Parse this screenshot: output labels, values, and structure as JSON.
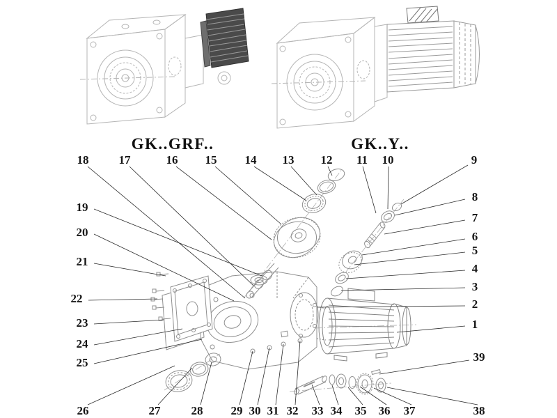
{
  "variants": {
    "left": "GK..GRF..",
    "right": "GK..Y.."
  },
  "callouts": [
    "18",
    "17",
    "16",
    "15",
    "14",
    "13",
    "12",
    "11",
    "10",
    "9",
    "8",
    "7",
    "6",
    "5",
    "4",
    "3",
    "2",
    "1",
    "19",
    "20",
    "21",
    "22",
    "23",
    "24",
    "25",
    "26",
    "27",
    "28",
    "29",
    "30",
    "31",
    "32",
    "33",
    "34",
    "35",
    "36",
    "37",
    "38",
    "39"
  ]
}
